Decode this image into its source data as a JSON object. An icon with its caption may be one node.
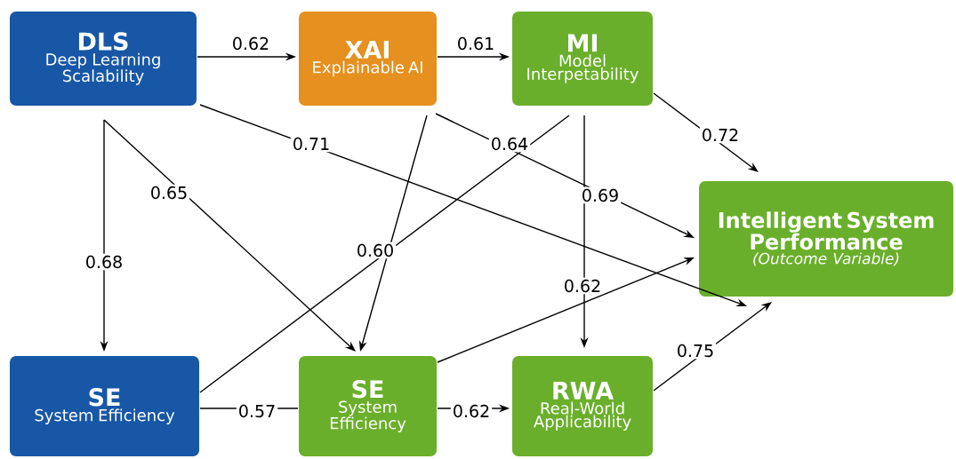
{
  "diagram": {
    "nodes": [
      {
        "text": [
          "DLS",
          "Deep Learning Scalability"
        ]
      },
      {
        "text": [
          "XAI",
          "Explainable AI"
        ]
      },
      {
        "text": [
          "MI",
          "Model Interpetability"
        ]
      },
      {
        "text": [
          "Intelligent System Performance",
          "(Outcome Variable)"
        ]
      },
      {
        "text": [
          "SE",
          "System Efficiency"
        ]
      },
      {
        "text": [
          "SE",
          "System Efficiency"
        ]
      },
      {
        "text": [
          "RWA",
          "Real-World Applicability"
        ]
      }
    ],
    "edges": [
      {
        "from": 0,
        "to": 1,
        "arrow": "to",
        "label": "0.62"
      },
      {
        "from": 1,
        "to": 2,
        "arrow": "to",
        "label": "0.61"
      },
      {
        "from": 2,
        "to": 3,
        "arrow": "to",
        "label": "0.72"
      },
      {
        "from": 0,
        "to": 4,
        "arrow": "to",
        "label": "0.68"
      },
      {
        "from": 0,
        "to": 5,
        "arrow": "to",
        "label": "0.65"
      },
      {
        "from": 0,
        "to": 3,
        "arrow": "to",
        "label": "0.71"
      },
      {
        "from": 4,
        "to": 2,
        "arrow": "none",
        "label": "0.64"
      },
      {
        "from": 1,
        "to": 3,
        "arrow": "to",
        "label": "0.69"
      },
      {
        "from": 1,
        "to": 5,
        "arrow": "to",
        "label": "0.60"
      },
      {
        "from": 2,
        "to": 6,
        "arrow": "to",
        "label": "0.62"
      },
      {
        "from": 5,
        "to": 3,
        "arrow": "to"
      },
      {
        "from": 4,
        "to": 5,
        "arrow": "none",
        "label": "0.57"
      },
      {
        "from": 5,
        "to": 6,
        "arrow": "to",
        "label": "0.62"
      },
      {
        "from": 6,
        "to": 3,
        "arrow": "to",
        "label": "0.75"
      }
    ]
  }
}
